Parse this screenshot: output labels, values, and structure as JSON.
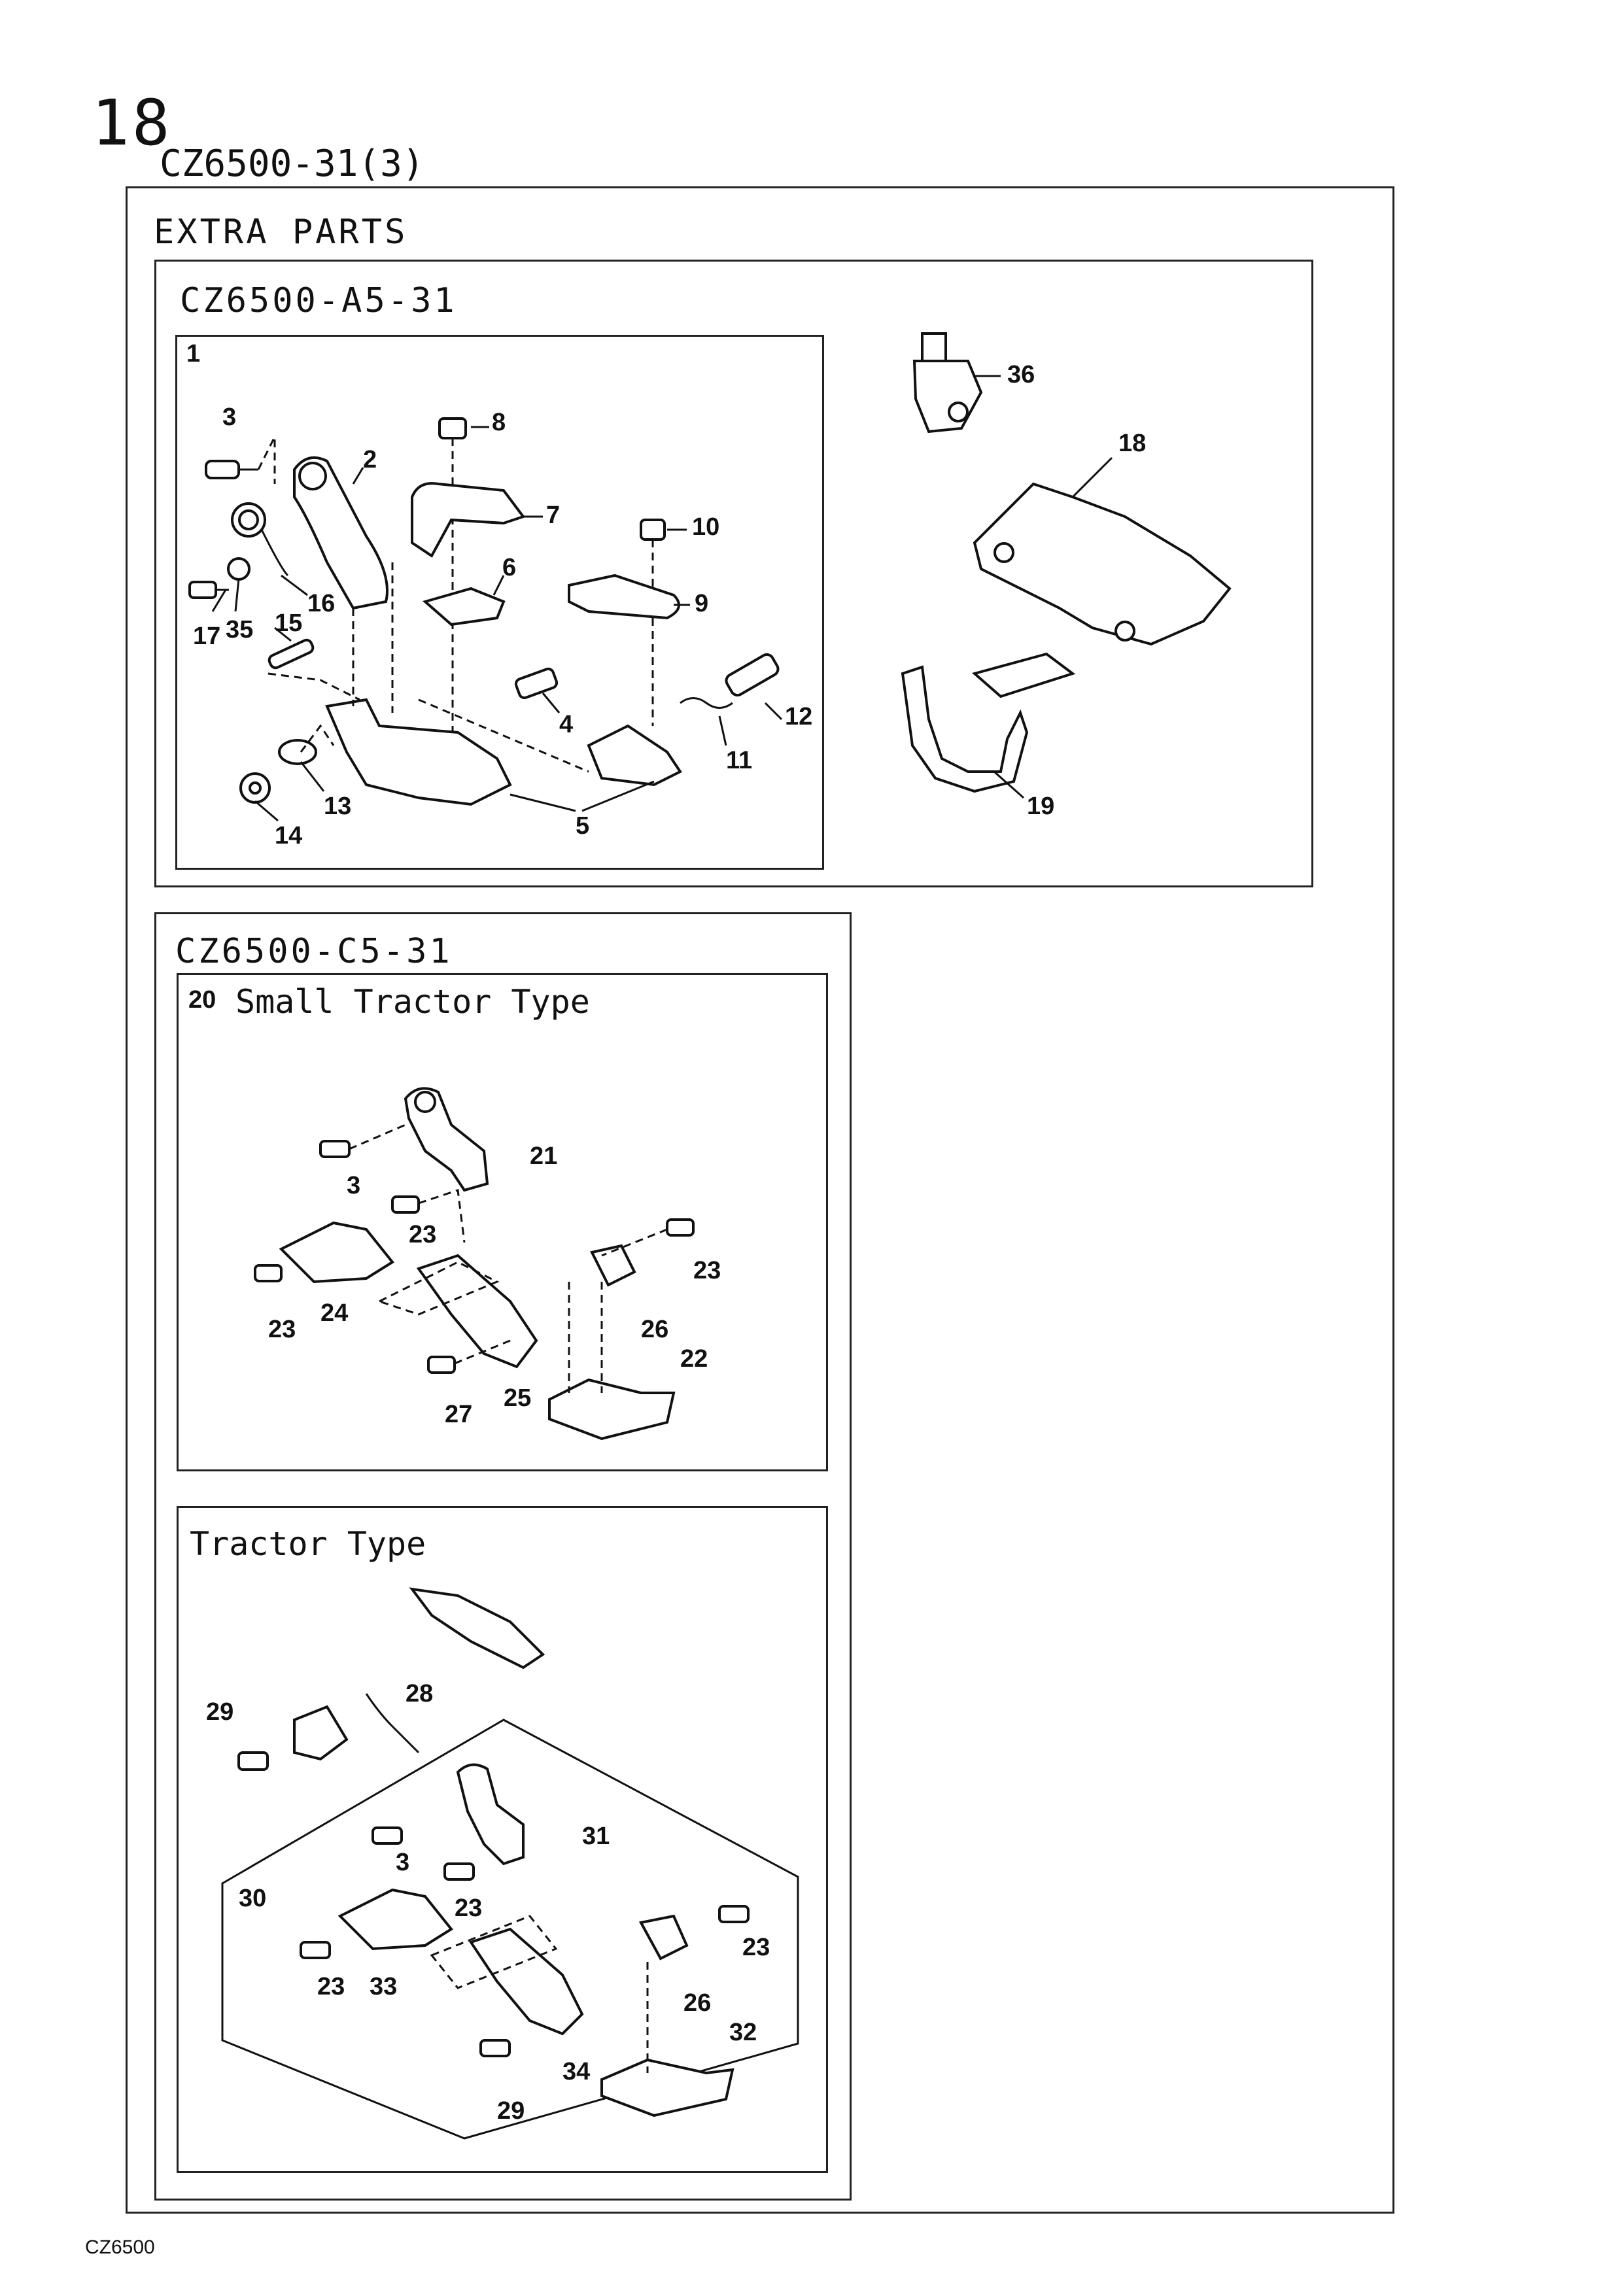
{
  "page_number": "18",
  "model_title": "CZ6500-31(3)",
  "section_title": "EXTRA PARTS",
  "groups": {
    "a5": {
      "title": "CZ6500-A5-31",
      "assembly_label": "1"
    },
    "c5": {
      "title": "CZ6500-C5-31",
      "small_tractor_number": "20",
      "small_tractor_label": "Small Tractor Type",
      "tractor_label": "Tractor Type",
      "tractor_assembly_number": "30"
    }
  },
  "callouts": {
    "a5_assembly": [
      "2",
      "3",
      "4",
      "5",
      "6",
      "7",
      "8",
      "9",
      "10",
      "11",
      "12",
      "13",
      "14",
      "15",
      "16",
      "17",
      "35"
    ],
    "a5_other": [
      "18",
      "19",
      "36"
    ],
    "small_tractor": [
      "3",
      "21",
      "22",
      "23",
      "23",
      "23",
      "24",
      "25",
      "26",
      "27"
    ],
    "tractor": [
      "28",
      "29",
      "31",
      "3",
      "23",
      "23",
      "23",
      "26",
      "32",
      "33",
      "34",
      "29"
    ]
  },
  "footer": "CZ6500"
}
